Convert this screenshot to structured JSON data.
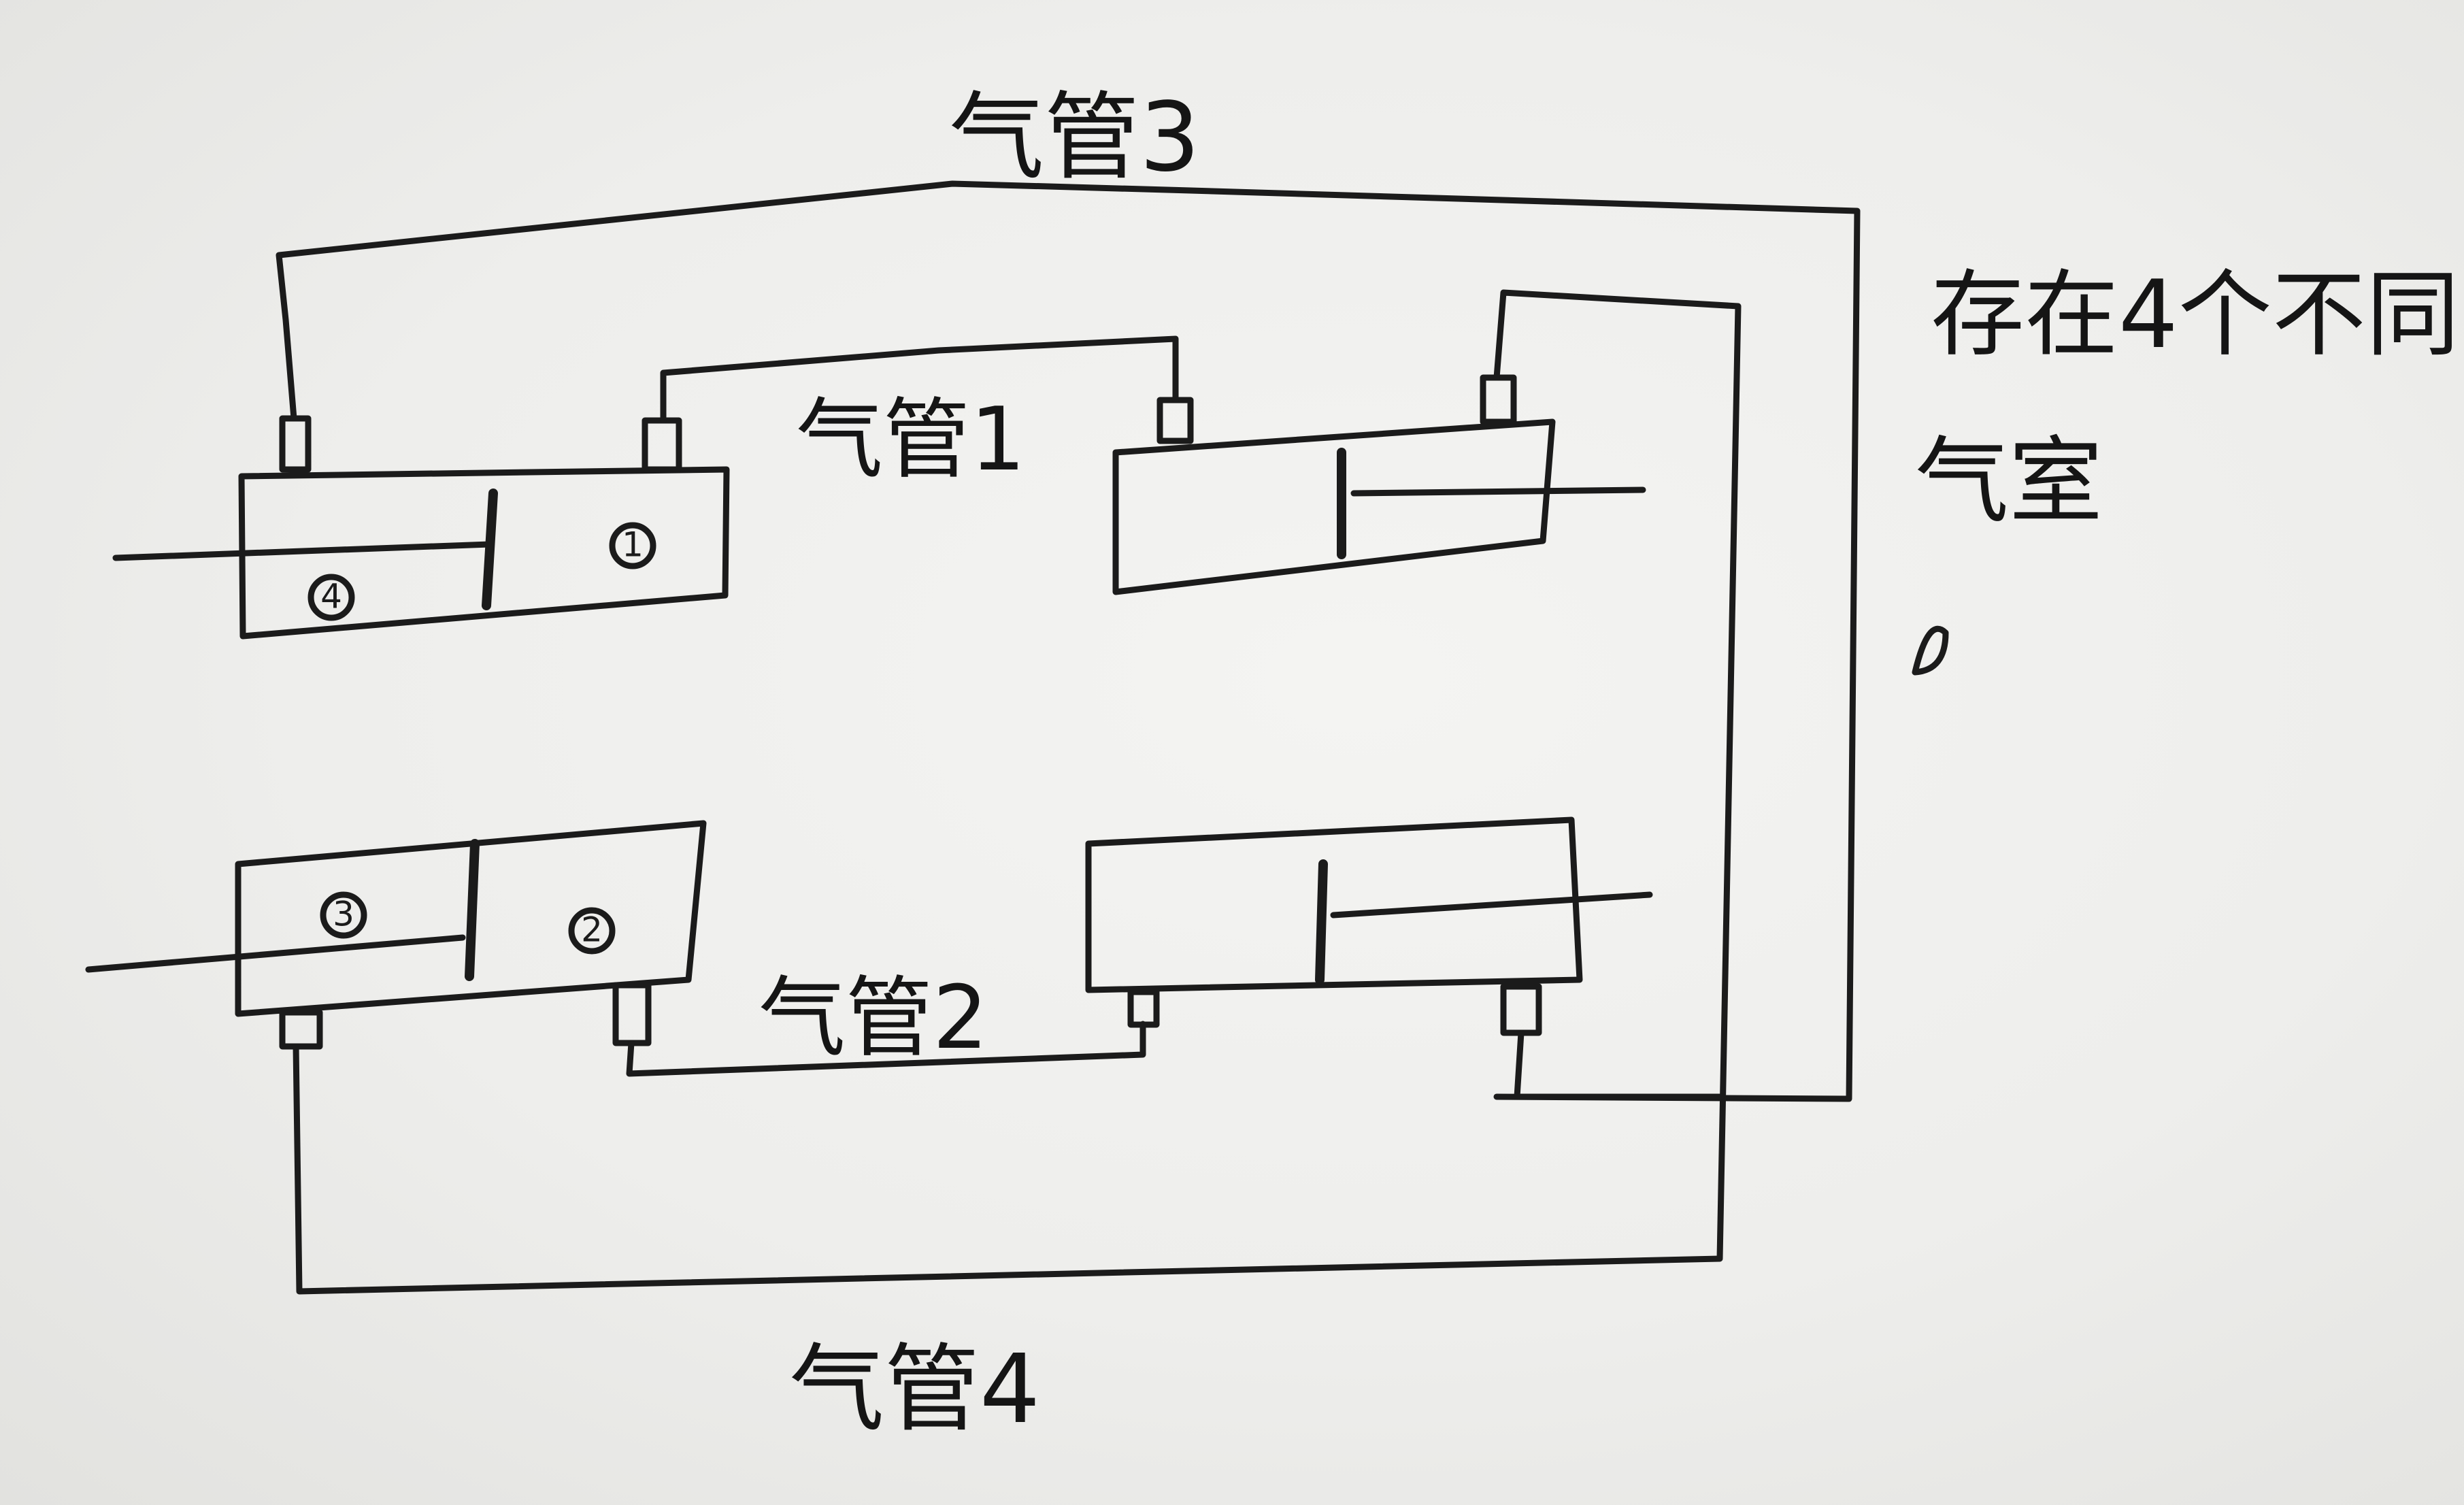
{
  "labels": {
    "pipe_1": "气管1",
    "pipe_2": "气管2",
    "pipe_3": "气管3",
    "pipe_4": "气管4",
    "note_line1": "存在4个不同",
    "note_line2": "气室"
  },
  "chambers": {
    "c1": "1",
    "c2": "2",
    "c3": "3",
    "c4": "4"
  }
}
